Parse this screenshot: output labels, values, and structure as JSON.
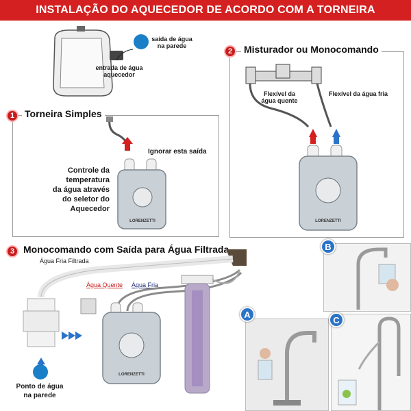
{
  "banner": {
    "title": "INSTALAÇÃO DO AQUECEDOR DE ACORDO COM A TORNEIRA"
  },
  "top": {
    "wall_outlet": "saída de água\nna parede",
    "heater_inlet": "entrada de água\naquecedor"
  },
  "section1": {
    "number": "1",
    "title": "Torneira Simples",
    "ignore": "Ignorar esta saída",
    "control": "Controle da\ntemperatura\nda água através\ndo seletor do\nAquecedor"
  },
  "section2": {
    "number": "2",
    "title": "Misturador ou Monocomando",
    "hot_hose": "Flexível da\nágua quente",
    "cold_hose": "Flexível da água fria"
  },
  "section3": {
    "number": "3",
    "title": "Monocomando com Saída para Água Filtrada",
    "cold_filtered": "Água Fria Filtrada",
    "hot": "Água Quente",
    "cold": "Água Fria",
    "wall_point": "Ponto de água\nna parede"
  },
  "photos": {
    "a": "A",
    "b": "B",
    "c": "C"
  },
  "heater_brand": "LORENZETTI",
  "colors": {
    "banner": "#d42020",
    "hot": "#d42020",
    "cold": "#2a73c8"
  }
}
